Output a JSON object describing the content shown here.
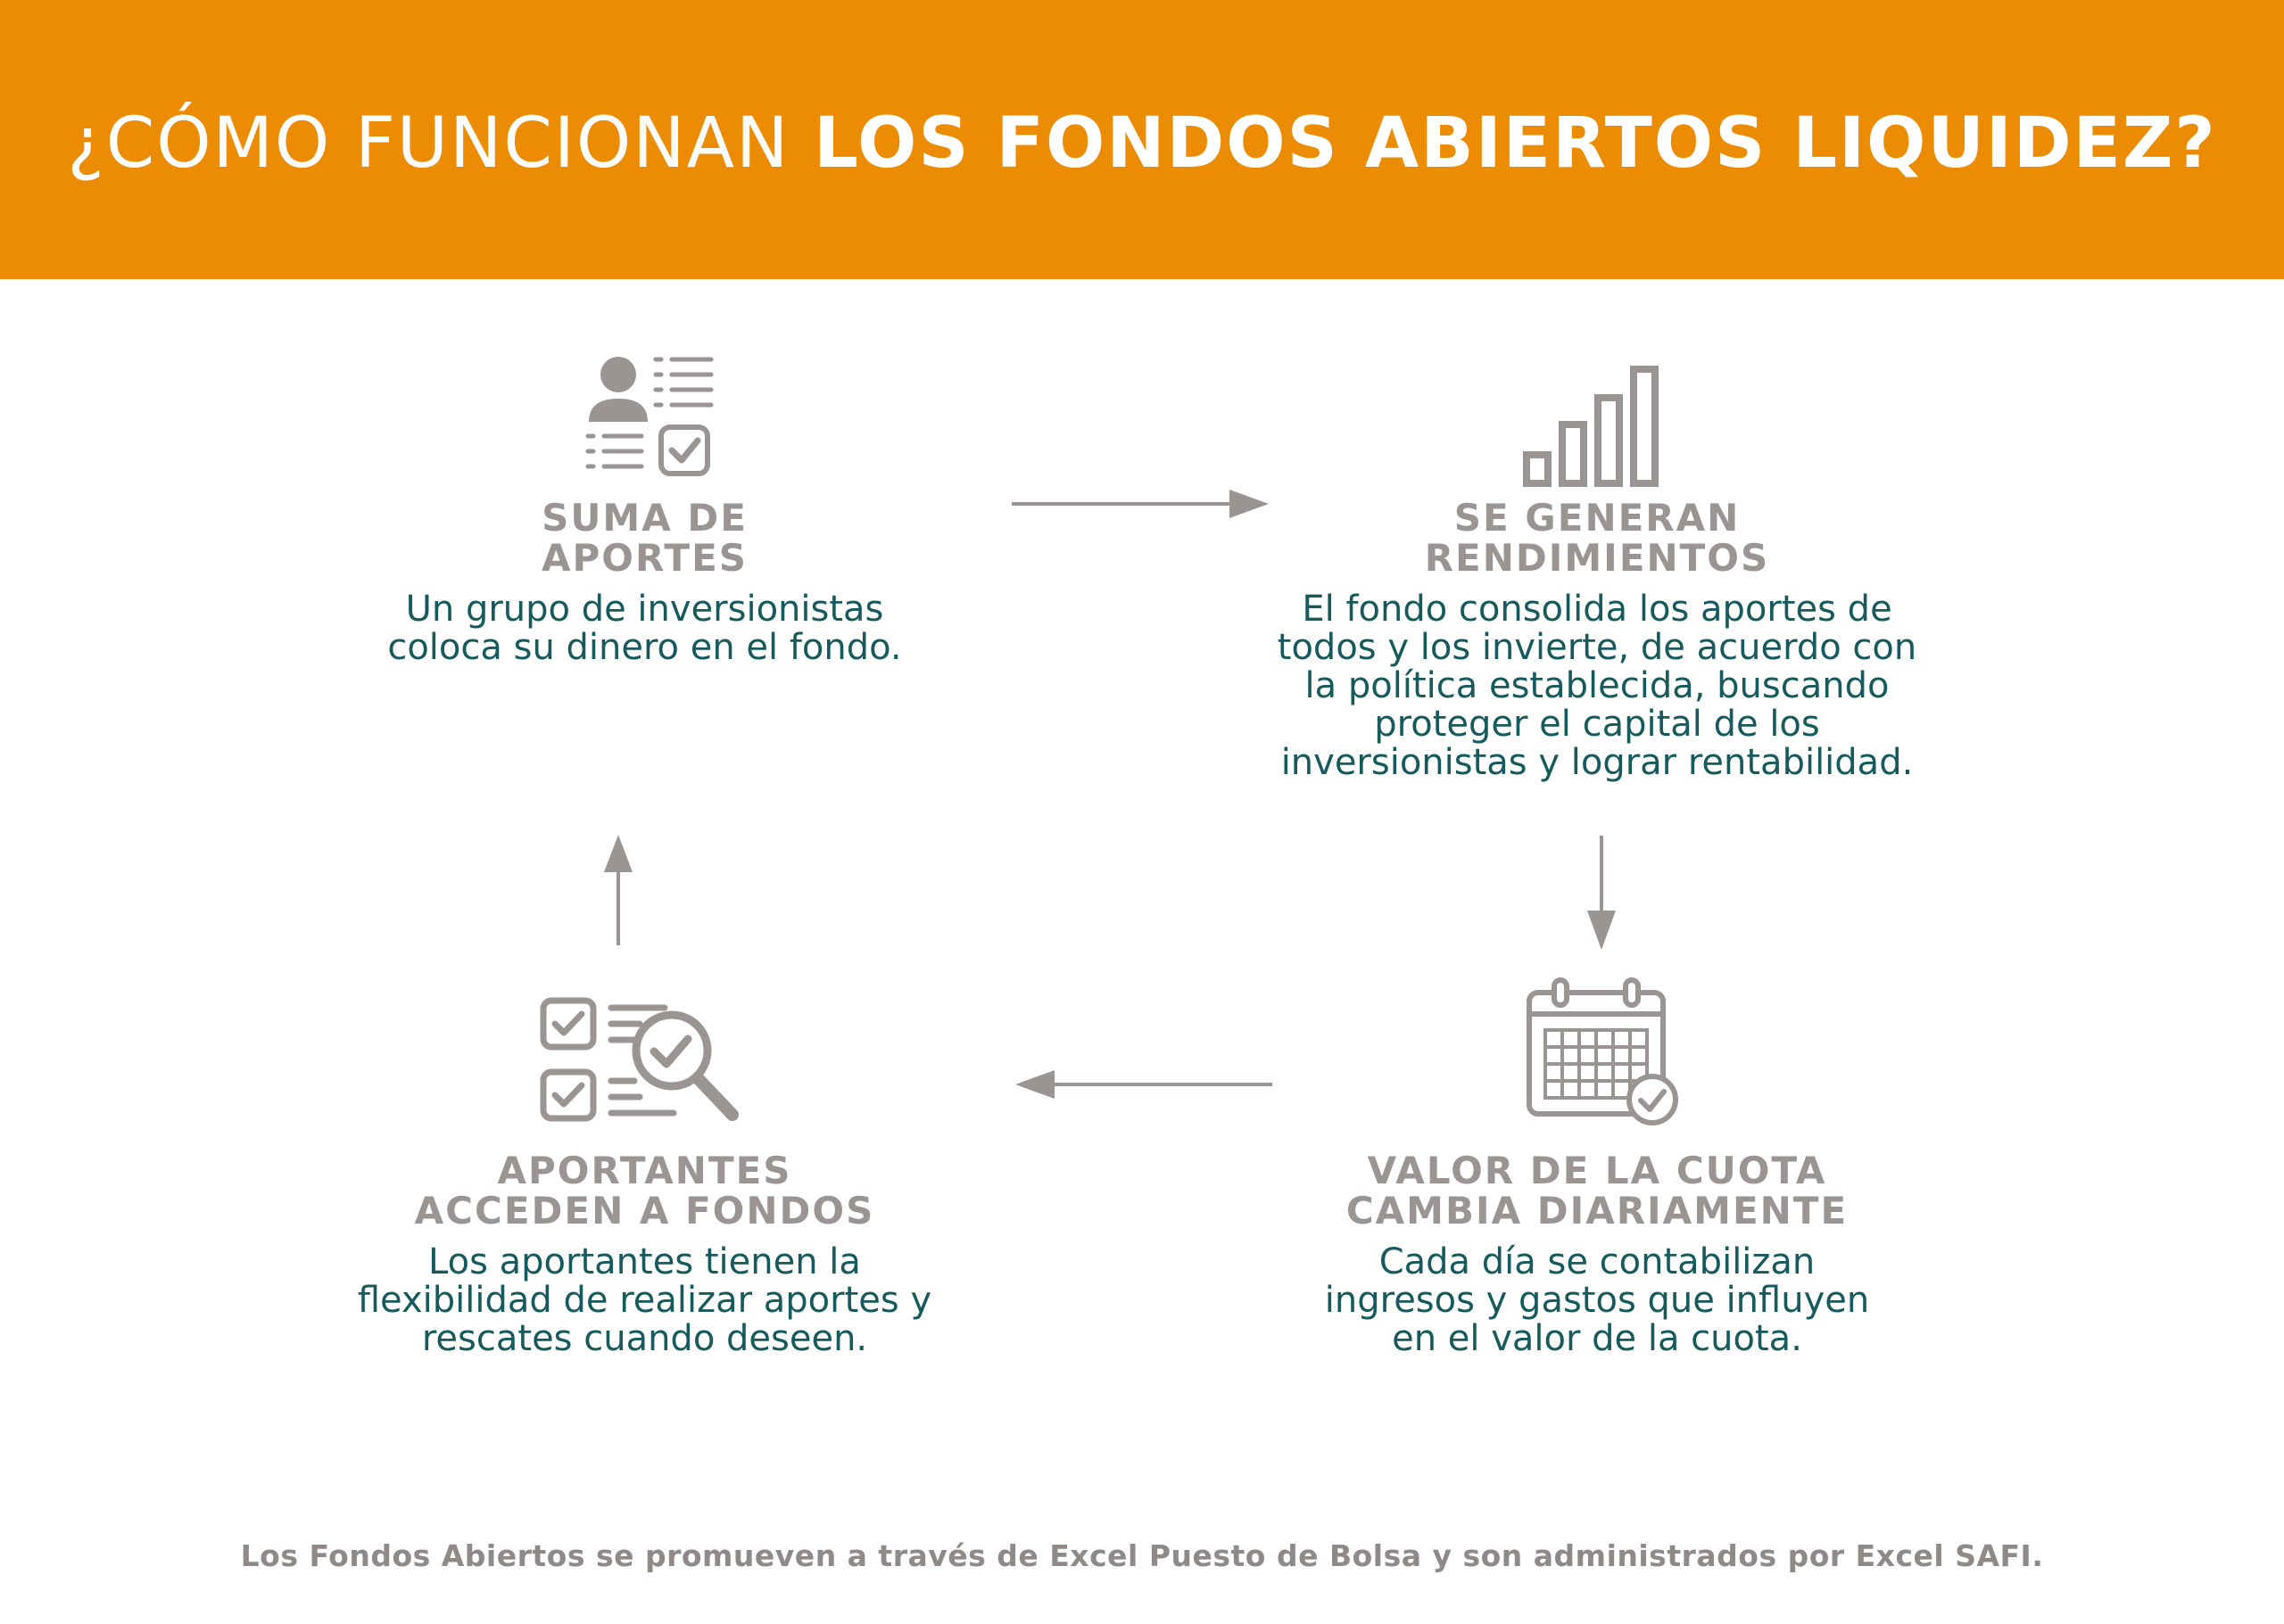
{
  "header": {
    "title_light": "¿CÓMO FUNCIONAN ",
    "title_bold": "LOS FONDOS ABIERTOS LIQUIDEZ?",
    "background_color": "#ec8c04"
  },
  "steps": [
    {
      "icon": "investor-list-icon",
      "heading": "SUMA DE\nAPORTES",
      "description": "Un grupo de inversionistas\ncoloca su dinero en el fondo."
    },
    {
      "icon": "bar-chart-icon",
      "heading": "SE GENERAN\nRENDIMIENTOS",
      "description": "El fondo consolida los aportes de\ntodos y los invierte, de acuerdo con\nla política establecida, buscando\nproteger el capital de los\ninversionistas y lograr rentabilidad."
    },
    {
      "icon": "calendar-check-icon",
      "heading": "VALOR DE LA CUOTA\nCAMBIA DIARIAMENTE",
      "description": "Cada día se contabilizan\ningresos y gastos que influyen\nen el valor de la cuota."
    },
    {
      "icon": "checklist-search-icon",
      "heading": "APORTANTES\nACCEDEN A FONDOS",
      "description": "Los aportantes tienen la\nflexibilidad de realizar aportes y\nrescates cuando deseen."
    }
  ],
  "footer": {
    "text": "Los Fondos Abiertos se promueven a través de Excel Puesto de Bolsa y son administrados por Excel SAFI."
  },
  "colors": {
    "heading": "#9a9593",
    "description": "#175a5e",
    "icon": "#9a9593",
    "arrow": "#9a9593"
  }
}
